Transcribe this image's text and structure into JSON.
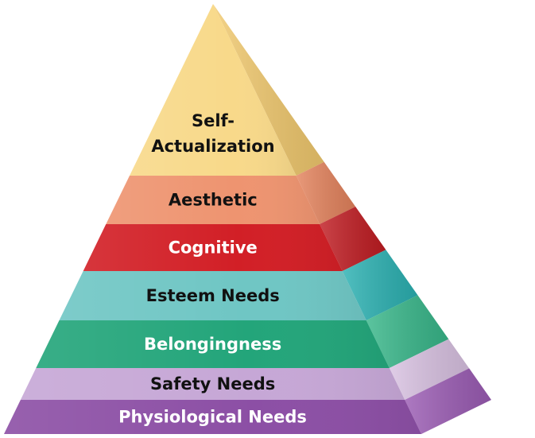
{
  "tiers": [
    {
      "label_lines": [
        "Self-",
        "Actualization"
      ],
      "front_color": "#f8d98a",
      "side_color": "#f1c96e",
      "text_color": "#111111"
    },
    {
      "label_lines": [
        "Aesthetic"
      ],
      "front_color": "#ee9470",
      "side_color": "#e4835d",
      "text_color": "#111111"
    },
    {
      "label_lines": [
        "Cognitive"
      ],
      "front_color": "#d21f26",
      "side_color": "#c01c22",
      "text_color": "#ffffff"
    },
    {
      "label_lines": [
        "Esteem Needs"
      ],
      "front_color": "#6fc6c4",
      "side_color": "#2bb1b2",
      "text_color": "#111111"
    },
    {
      "label_lines": [
        "Belongingness"
      ],
      "front_color": "#23a57a",
      "side_color": "#38b78a",
      "text_color": "#ffffff"
    },
    {
      "label_lines": [
        "Safety Needs"
      ],
      "front_color": "#c6a7d6",
      "side_color": "#d9c2e2",
      "text_color": "#111111"
    },
    {
      "label_lines": [
        "Physiological Needs"
      ],
      "front_color": "#8c4fa5",
      "side_color": "#9b5cb4",
      "text_color": "#ffffff"
    }
  ]
}
